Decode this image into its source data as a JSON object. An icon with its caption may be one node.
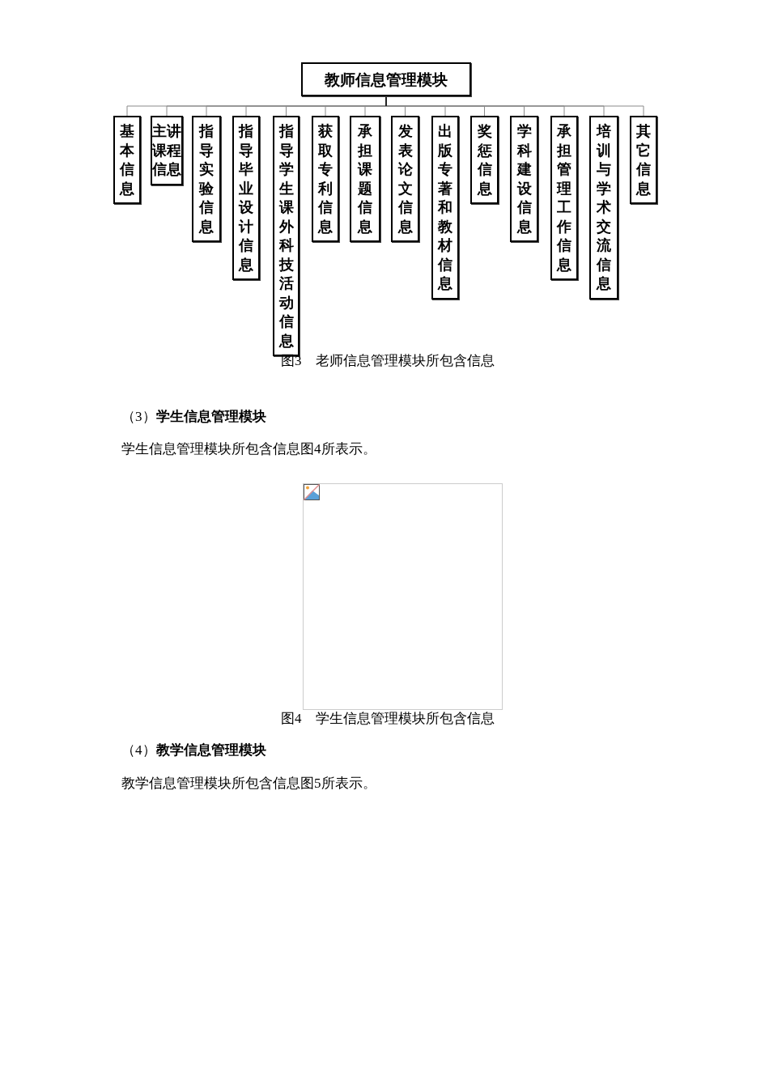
{
  "diagram": {
    "caption": "图3　老师信息管理模块所包含信息",
    "nodes": [
      {
        "text": [
          "教师信息管理模块"
        ]
      },
      {
        "text": [
          "基本信息"
        ]
      },
      {
        "text": [
          "主讲课程信息"
        ]
      },
      {
        "text": [
          "指导实验信息"
        ]
      },
      {
        "text": [
          "指导毕业设计信息"
        ]
      },
      {
        "text": [
          "指导学生课外科技活动信息"
        ]
      },
      {
        "text": [
          "获取专利信息"
        ]
      },
      {
        "text": [
          "承担课题信息"
        ]
      },
      {
        "text": [
          "发表论文信息"
        ]
      },
      {
        "text": [
          "出版专著和教材信息"
        ]
      },
      {
        "text": [
          "奖惩信息"
        ]
      },
      {
        "text": [
          "学科建设信息"
        ]
      },
      {
        "text": [
          "承担管理工作信息"
        ]
      },
      {
        "text": [
          "培训与学术交流信息"
        ]
      },
      {
        "text": [
          "其它信息"
        ]
      }
    ],
    "edges": [
      {
        "from": 0,
        "to": 1,
        "arrow": "none"
      },
      {
        "from": 0,
        "to": 2,
        "arrow": "none"
      },
      {
        "from": 0,
        "to": 3,
        "arrow": "none"
      },
      {
        "from": 0,
        "to": 4,
        "arrow": "none"
      },
      {
        "from": 0,
        "to": 5,
        "arrow": "none"
      },
      {
        "from": 0,
        "to": 6,
        "arrow": "none"
      },
      {
        "from": 0,
        "to": 7,
        "arrow": "none"
      },
      {
        "from": 0,
        "to": 8,
        "arrow": "none"
      },
      {
        "from": 0,
        "to": 9,
        "arrow": "none"
      },
      {
        "from": 0,
        "to": 10,
        "arrow": "none"
      },
      {
        "from": 0,
        "to": 11,
        "arrow": "none"
      },
      {
        "from": 0,
        "to": 12,
        "arrow": "none"
      },
      {
        "from": 0,
        "to": 13,
        "arrow": "none"
      },
      {
        "from": 0,
        "to": 14,
        "arrow": "none"
      }
    ],
    "labels": [
      "（3）**学生信息管理模块**",
      "学生信息管理模块所包含信息图4所表示。",
      "图4　学生信息管理模块所包含信息",
      "（4）**教学信息管理模块**",
      "教学信息管理模块所包含信息图5所表示。"
    ]
  }
}
